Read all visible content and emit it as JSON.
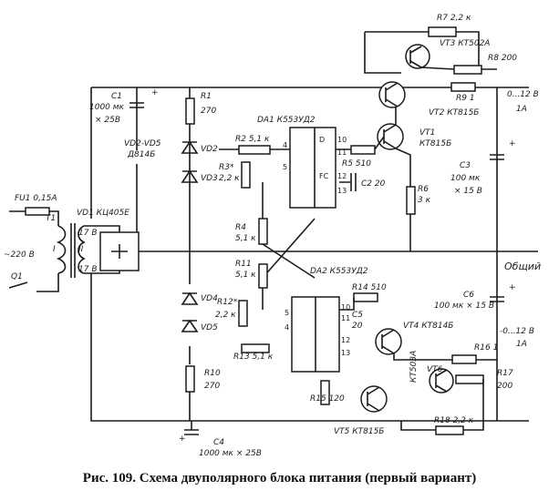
{
  "caption": "Рис. 109. Схема двуполярного блока питания (первый вариант)",
  "labels": {
    "R7": "R7 2,2 к",
    "VT3": "VT3 КТ502А",
    "R8": "R8 200",
    "R9": "R9 1",
    "VT2": "VT2 КТ815Б",
    "out_pos": "0...12 В",
    "out_pos_cur": "1А",
    "R1": "R1",
    "R1_val": "270",
    "C1": "C1",
    "C1_val": "1000 мк",
    "C1_volt": "× 25В",
    "DA1": "DA1 К553УД2",
    "R2": "R2 5,1 к",
    "VT1": "VT1",
    "VT1_type": "КТ815Б",
    "VD2_VD5": "VD2-VD5",
    "VD2_type": "Д814Б",
    "VD2": "VD2",
    "VD3": "VD3",
    "R3": "R3*",
    "R3_val": "2,2 к",
    "R5": "R5 510",
    "C3": "C3",
    "C3_val": "100 мк",
    "C3_volt": "× 15 В",
    "C2": "C2 20",
    "R6": "R6",
    "R6_val": "3 к",
    "FU1": "FU1 0,15А",
    "VD1": "VD1 КЦ405Е",
    "T1": "T1",
    "I": "I",
    "II": "II",
    "v17a": "17 В",
    "v17b": "17 В",
    "v220": "~220 В",
    "Q1": "Q1",
    "R4": "R4",
    "R4_val": "5,1 к",
    "common": "Общий",
    "R11": "R11",
    "R11_val": "5,1 к",
    "DA2": "DA2 К553УД2",
    "C6": "C6",
    "C6_val": "100 мк × 15 В",
    "VD4": "VD4",
    "VD5": "VD5",
    "R12": "R12*",
    "R12_val": "2,2 к",
    "R14": "R14 510",
    "C5": "C5",
    "C5_val": "20",
    "VT4": "VT4 КТ814Б",
    "out_neg": "-0...12 В",
    "out_neg_cur": "1А",
    "R13": "R13 5,1 к",
    "R16": "R16 1",
    "R10": "R10",
    "R10_val": "270",
    "VT6": "VT6",
    "VT6_type": "КТ503А",
    "R17": "R17",
    "R17_val": "200",
    "R15": "R15 120",
    "R18": "R18 2,2 к",
    "VT5": "VT5 КТ815Б",
    "C4": "C4",
    "C4_val": "1000 мк × 25В",
    "plus": "+",
    "pins": {
      "p4": "4",
      "p5": "5",
      "p10": "10",
      "p11": "11",
      "p12": "12",
      "p13": "13",
      "FC": "FC",
      "D": "D",
      "q4": "4",
      "q5": "5",
      "q10": "10",
      "q11": "11",
      "q12": "12",
      "q13": "13"
    }
  }
}
